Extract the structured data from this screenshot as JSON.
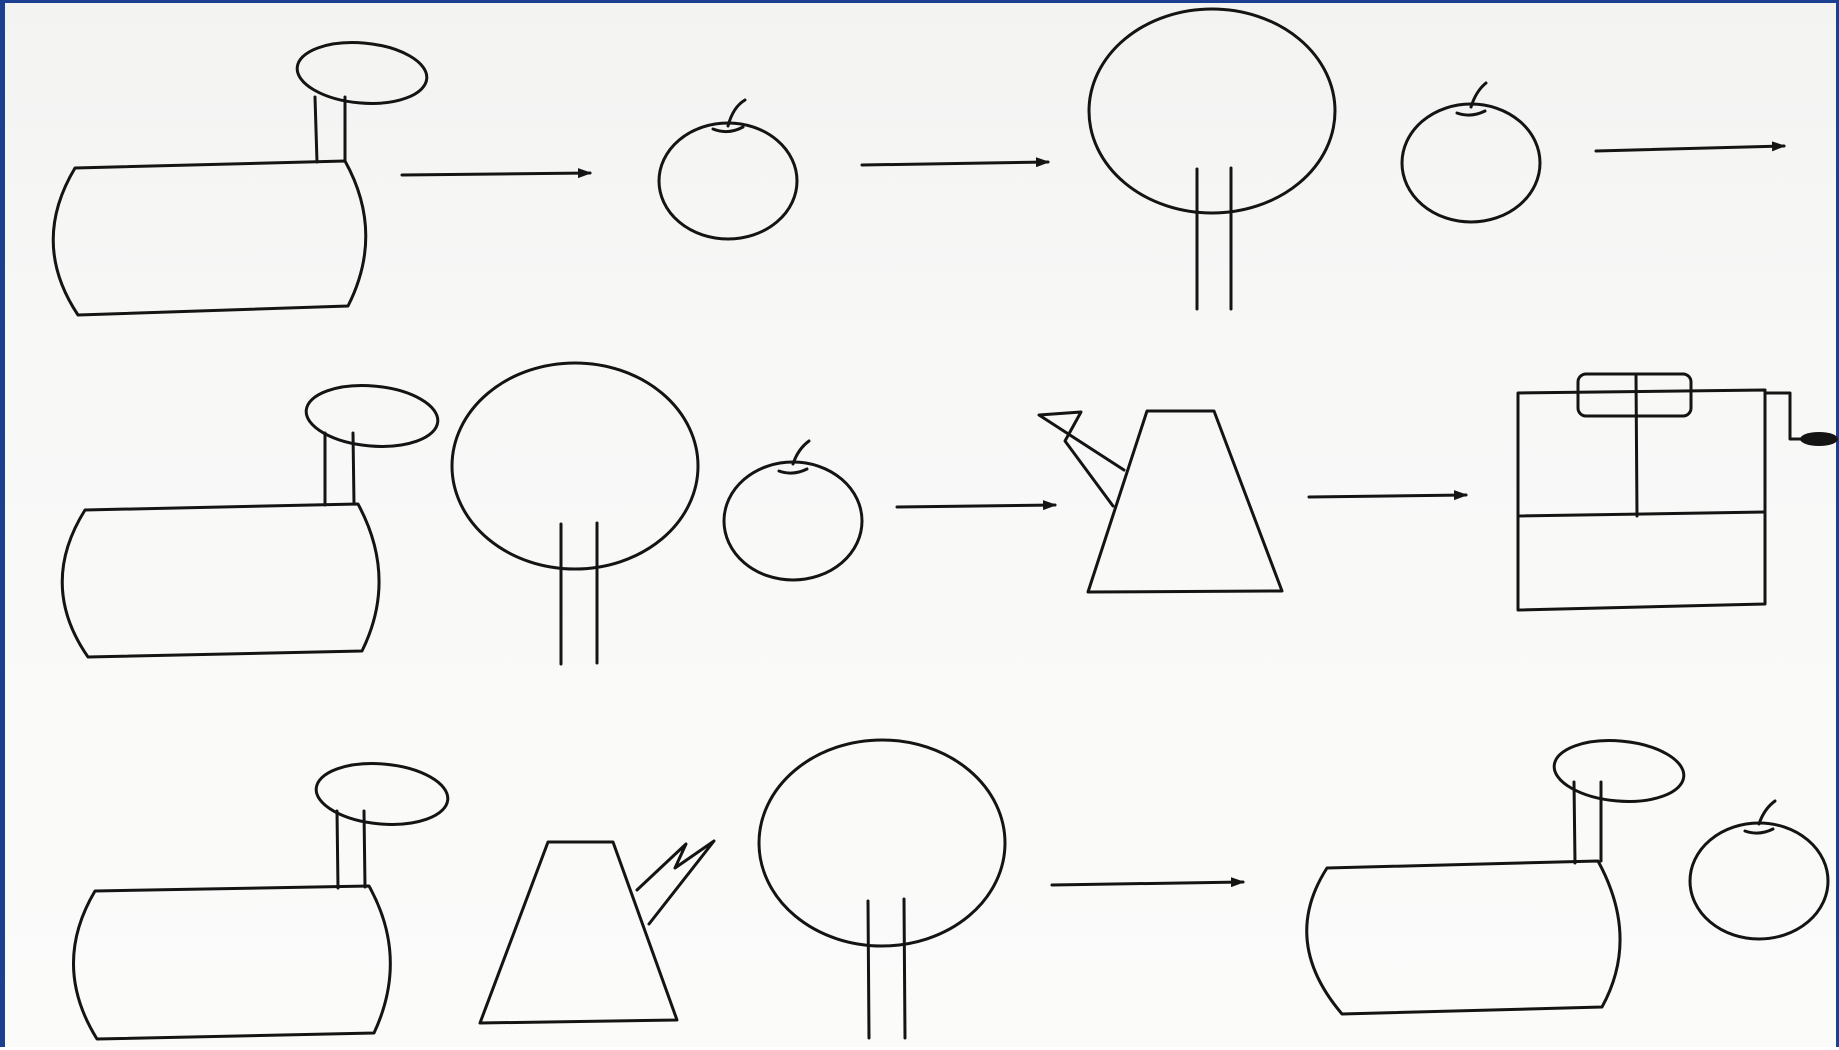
{
  "figure": {
    "rows": [
      {
        "row": 1,
        "items": [
          "pot",
          "arrow",
          "apple",
          "arrow",
          "tree",
          "apple",
          "arrow"
        ]
      },
      {
        "row": 2,
        "items": [
          "pot",
          "tree",
          "apple",
          "arrow",
          "kettle",
          "arrow",
          "box"
        ]
      },
      {
        "row": 3,
        "items": [
          "pot",
          "kettle",
          "tree",
          "arrow",
          "pot",
          "apple"
        ]
      }
    ],
    "colors": {
      "line": "#141414",
      "frame": "#1c3f8f",
      "paper": "#fafaf9"
    }
  }
}
